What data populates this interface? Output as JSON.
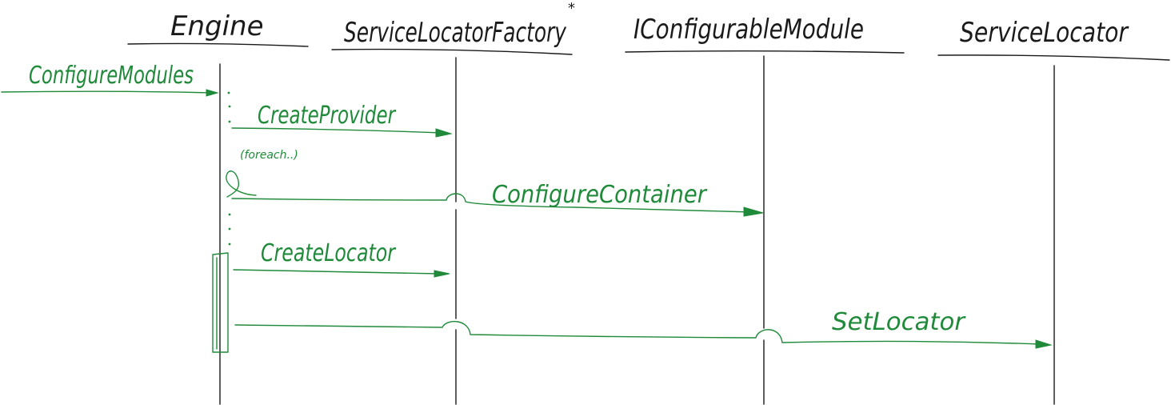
{
  "participants": [
    {
      "name": "Engine"
    },
    {
      "name": "ServiceLocatorFactory",
      "marker": "*"
    },
    {
      "name": "IConfigurableModule"
    },
    {
      "name": "ServiceLocator"
    }
  ],
  "messages": {
    "configure_modules": "ConfigureModules",
    "create_provider": "CreateProvider",
    "foreach_note": "(foreach..)",
    "configure_container": "ConfigureContainer",
    "create_locator": "CreateLocator",
    "set_locator": "SetLocator"
  },
  "colors": {
    "participant_ink": "#1a1a1a",
    "message_ink": "#1f8a3a",
    "background": "#ffffff"
  }
}
